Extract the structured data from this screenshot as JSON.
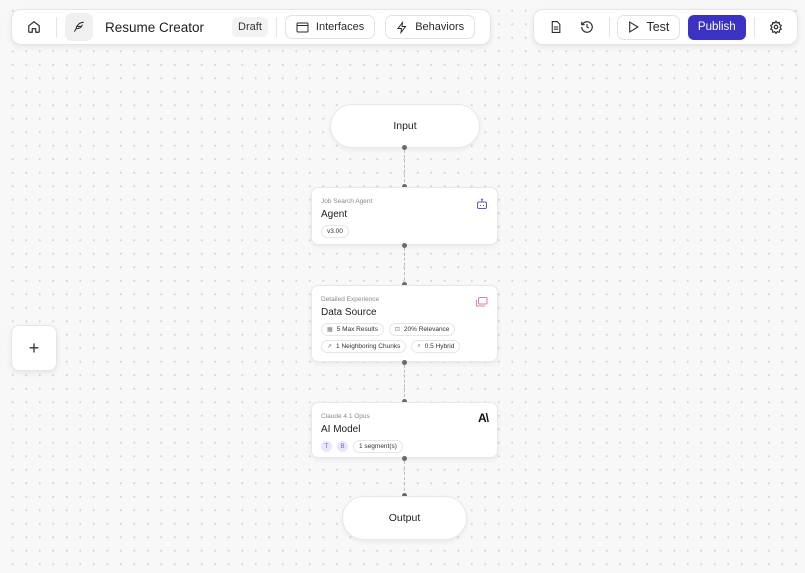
{
  "toolbar": {
    "home_icon": "home-icon",
    "app_icon": "feather-icon",
    "title": "Resume Creator",
    "status": "Draft",
    "interfaces_label": "Interfaces",
    "behaviors_label": "Behaviors"
  },
  "actions": {
    "docs_icon": "document-icon",
    "history_icon": "history-icon",
    "test_label": "Test",
    "publish_label": "Publish",
    "settings_icon": "gear-icon",
    "publish_color": "#3b32c4"
  },
  "flow": {
    "input_label": "Input",
    "output_label": "Output",
    "nodes": [
      {
        "subtitle": "Job Search Agent",
        "title": "Agent",
        "icon": "robot-icon",
        "chips": [
          "v3.00"
        ]
      },
      {
        "subtitle": "Detailed Experience",
        "title": "Data Source",
        "icon": "folders-icon",
        "chips": [
          "5 Max Results",
          "20% Relevance",
          "1 Neighboring Chunks",
          "0.5 Hybrid"
        ]
      },
      {
        "subtitle": "Claude 4.1 Opus",
        "title": "AI Model",
        "icon": "anthropic-icon",
        "badges": [
          "T",
          "B"
        ],
        "chips": [
          "1 segment(s)"
        ]
      }
    ]
  },
  "canvas": {
    "add_label": "+"
  }
}
